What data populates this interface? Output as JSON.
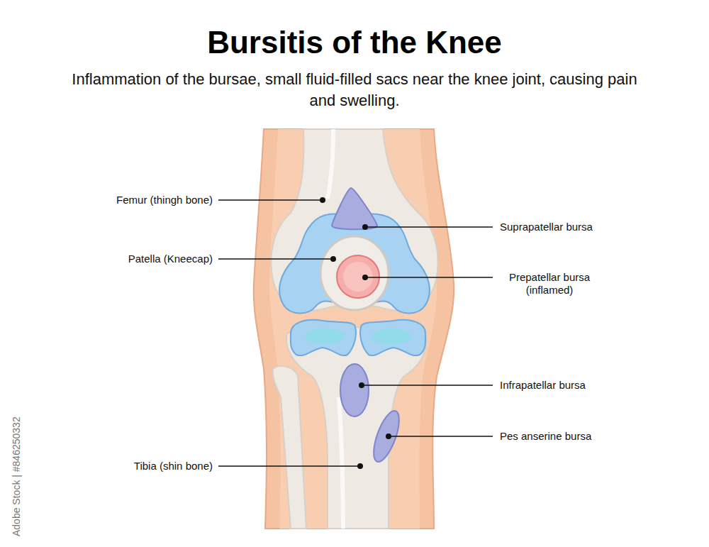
{
  "diagram": {
    "title": "Bursitis of the Knee",
    "caption": "Inflammation of the bursae, small fluid-filled sacs near the knee joint, causing pain and swelling.",
    "labels": [
      "Femur (thingh bone)",
      "Patella (Kneecap)",
      "Tibia (shin bone)",
      "Suprapatellar bursa",
      "Prepatellar bursa (inflamed)",
      "Infrapatellar bursa",
      "Pes anserine bursa",
      "Adobe Stock | #846250332"
    ]
  }
}
